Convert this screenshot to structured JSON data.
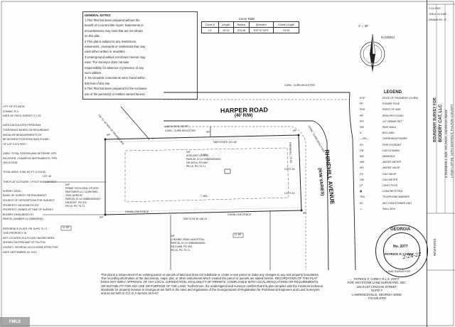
{
  "general_notes": {
    "title": "GENERAL NOTES:",
    "lines": [
      "1.This Plat has been prepared without the",
      "benefit of a current title report. Easements or",
      "encumbrances may exist that are not shown",
      "on this plat.",
      "2.This plat is subject to any restrictions,",
      "easements, covenants or restrictions that may",
      "exist either written or unwritten.",
      "3.Underground utilities not shown hereon may",
      "exist. The Surveyor does not take",
      "responsibility for absence or presence of any",
      "such utilities.",
      "4. No Geodetic monuments were found within",
      "500 feet of this site.",
      "5.This Plat has been prepared for the exclusive",
      "use of the person(s) or entities named hereon."
    ]
  },
  "curve_table": {
    "title": "Curve Table",
    "headers": [
      "Curve #",
      "Length",
      "Radius",
      "Direction",
      "Chord Length"
    ],
    "rows": [
      [
        "C1",
        "15.32",
        "374.48",
        "S12°47'34\"E",
        "15.32"
      ]
    ]
  },
  "left_notes": {
    "lines": [
      "CITY OF ATLANTA",
      "ZONING: R-4",
      "DATE OF FIELD SURVEY 2-7-22.",
      "",
      "DATA CALCULATED PERSONAL",
      "TOLERANCE BASED ON REDUNDANT",
      "ANGULAR MEASUREMENTS OF",
      "BE ADVISED POSITIONS WAS FOUND",
      "OF LOT 0.070 FEET.",
      "",
      "USED: TOTAL STATION AND NETWORK GPS",
      "RECEIVER; CHAMPION INSTRUMENTS, PRS,",
      "LEICA GS18",
      "",
      "TOTAL AREA: 9,381 SQ FT, 0.215 AC",
      "",
      "THIS PLAT CLOSURE: 1 FOOT IN 7,198 FEET",
      "",
      "SURVEY DATA:",
      "BASIS OF SURVEY: RETRACEMENT",
      "SOURCE OF DESCRIPTION FOR SUBJECT",
      "PROPERTY: DB 62398 PG 321",
      "PROPERTY OWNER AT TIME OF SURVEY:",
      "BODERY DEAN BENTLEY",
      "PARCEL NUMBER 14 0056000000",
      "",
      "REFERENCE PLATS: PB 15 PG 70-71",
      "THIS PROPERTY IS",
      "NOT LOCATED IN A FLOOD HAZARD AREA",
      "SHOWN ON FIRM MAP OF FULTON",
      "COUNTY, GEORGIA 13121C0254F EFFECTIVE",
      "DATE SEPTEMBER 18, 2013"
    ]
  },
  "north_arrow": {
    "label": "N (GEED)",
    "scale": "1\" = 30'"
  },
  "roads": {
    "harper_road": "HARPER ROAD",
    "harper_rw": "(40' R/W)",
    "rhinehill": "RHINEHILL AVENUE",
    "rhinehill_rw": "(R/W VARIES)",
    "curb_note_top": "CONC. CURB W/GUTTER",
    "curb_note_left": "CONC. CURB W/GUTTER",
    "curb_note_right": "CONC. CURB W/GUTTER"
  },
  "parcels": {
    "north": [
      "N/F",
      "KOBI MDT LIN LLC",
      "PARCEL ID 14 005600000000",
      "DB 40214, PG 664",
      "PB 15, PG 70-71"
    ],
    "west": [
      "N/F",
      "PRIME TECH REAL ESTATE",
      "PARTNERS LLC & BROWN",
      "JOEL ADRION",
      "PARCEL ID 14 005600000000",
      "DB 62307, PG 311",
      "PB 15, PG 70-71"
    ],
    "south": [
      "N/F",
      "LORAINE JEAN LANGSTON",
      "PARCEL ID 14 005600000000",
      "DB 21468, PG 453",
      "PB 15, PG 70-71"
    ],
    "lot_label_right": "LOTS 34",
    "lot_label_right2": "LOTS 33",
    "chain_fence": "CHAIN LINK FENCE",
    "chain_fence2": "CHAIN LINK FENCE",
    "dim_inner": "7' BSL",
    "dim_inner2": "7' BSL",
    "bearing_top": "N89°24'04\"E 126.09'",
    "bearing_mid": "N89°19'06\"E 101.38'",
    "bearing_bottom": "S89°21'54\"W 148.14'",
    "frontage": "RHINEHILL 75.00'",
    "ipf_labels": [
      "IPF",
      "IPF",
      "IPF",
      "IPF",
      "IPF"
    ],
    "ll_label": "LL 69",
    "ll_label2": "LL 69",
    "setback_top": "TIE TO 40' R/W OF READER AVE",
    "lot_36": "LOT 36"
  },
  "legend": {
    "title": "LEGEND",
    "items": [
      {
        "sym": "EOP",
        "label": "EDGE OF PAVEMENT (CURB)"
      },
      {
        "sym": "PP",
        "label": "POWER POLE"
      },
      {
        "sym": "R/W",
        "label": "RIGHT OF WAY"
      },
      {
        "sym": "IPF",
        "label": "IRON PIN FOUND"
      },
      {
        "sym": "IPS",
        "label": "1/2\" REBAR SET"
      },
      {
        "sym": "SW",
        "label": "SIDE WALK"
      },
      {
        "sym": "●",
        "label": "BOLLARD"
      },
      {
        "sym": "—OH—",
        "label": "OVERHEAD POWER"
      },
      {
        "sym": "FH",
        "label": "FIRE HYDRANT"
      },
      {
        "sym": "CB",
        "label": "CATCH BASIN"
      },
      {
        "sym": "MH",
        "label": "MANHOLE"
      },
      {
        "sym": "WM",
        "label": "WATER METER"
      },
      {
        "sym": "WV",
        "label": "WATER VALVE"
      },
      {
        "sym": "GV",
        "label": "GAS VALVE"
      },
      {
        "sym": "GM",
        "label": "GAS METER"
      },
      {
        "sym": "LP",
        "label": "LIGHT POLE"
      },
      {
        "sym": "▦",
        "label": "CONCRETE PAD"
      },
      {
        "sym": "TBX",
        "label": "TELEPHONE MARKER"
      },
      {
        "sym": "AC",
        "label": "AIR CONDITIONER UNIT"
      },
      {
        "sym": "▭",
        "label": "WALL BOX"
      }
    ]
  },
  "seal": {
    "top": "GEORGIA",
    "number": "No. 2077",
    "name": "PATRICK F. CAREY",
    "bottom": "LAND SURVEYOR",
    "signature_date": "2-24-22"
  },
  "bottom_note": "This plat is a retracement of an existing parcel or parcels of land and does not subdivide or create a new parcel or make any changes to any real property boundaries. The recording information of the documents, maps, plat, or other instruments which created the parcel or parcels are stated hereon. RECORDATION OF THIS PLAT DOES NOT IMPLY APPROVAL OF ANY LOCAL JURISDICTION, AVAILABILITY OF PERMITS, COMPLIANCE WITH LOCAL REGULATIONS OR REQUIREMENTS, OR SUITABILITY FOR ANY USE OR PURPOSE OF THE LAND. Furthermore, the undersigned land surveyor certifies that this plat complies with the minimum technical standards for property surveys in Georgia as set forth in the rules and regulations of the Georgia Board of Registration for Professional Engineers and Land Surveyors and as set forth in O.C.G.A Section 15-6-67",
  "surveyor_block": [
    "PATRICK F. CAREY, R.L.S. #2077",
    "FOR: KEYSTONE LAND SURVEYING, INC.",
    "162 EAST CROGAN STREET",
    "SUITE F",
    "LAWRENCEVILLE, GEORGIA 30046",
    "770.545.8700"
  ],
  "title_block": {
    "line1": "BOUNDARY SURVEY FOR:",
    "line2": "BODERY CAT, LLC",
    "line3": "0 RHINEHILL AVE, ATLANTA, GEORGIA 30318",
    "line4": "LAND LOT 69, 14TH DISTRICT, FULTON COUNTY",
    "date_label": "2-24-2022",
    "job": "JOB #: 22-0182",
    "drawn": "DRAWN BY: JT",
    "revisions": "REVISIONS"
  },
  "watermark": "FMLS"
}
